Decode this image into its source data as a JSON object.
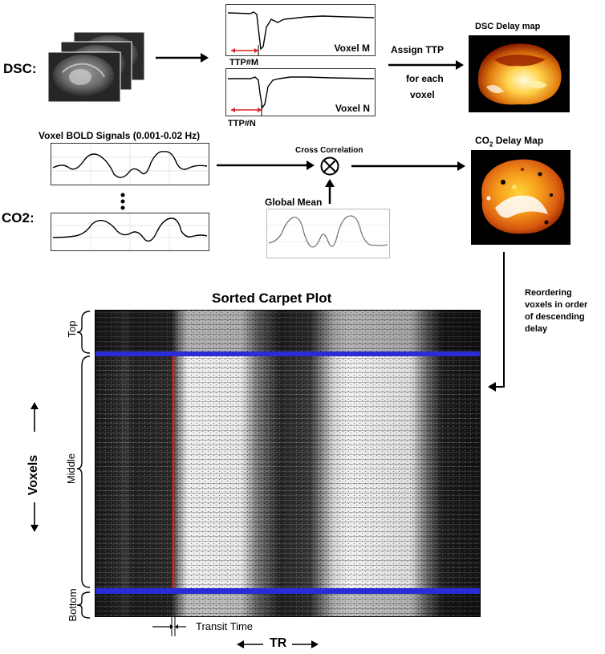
{
  "dsc": {
    "label": "DSC:",
    "voxel_m": "Voxel M",
    "voxel_n": "Voxel N",
    "ttp_m": "TTP#M",
    "ttp_n": "TTP#N",
    "assign_line1": "Assign TTP",
    "assign_line2": "for each",
    "assign_line3": "voxel",
    "map_title": "DSC Delay map"
  },
  "co2": {
    "label": "CO2:",
    "bold_title": "Voxel BOLD Signals (0.001-0.02 Hz)",
    "xcorr": "Cross Correlation",
    "global_mean": "Global Mean",
    "map_title_main": "CO",
    "map_title_sub": "2",
    "map_title_rest": " Delay Map"
  },
  "reorder": {
    "line1": "Reordering",
    "line2": "voxels in order",
    "line3": "of descending",
    "line4": "delay"
  },
  "carpet": {
    "title": "Sorted Carpet Plot",
    "top": "Top",
    "middle": "Middle",
    "bottom": "Bottom",
    "voxels": "Voxels",
    "transit_time": "Transit Time",
    "tr": "TR"
  },
  "colors": {
    "blue_band": "#2b2bd8",
    "red_line": "#e02020",
    "arrow_red": "#e02020"
  }
}
